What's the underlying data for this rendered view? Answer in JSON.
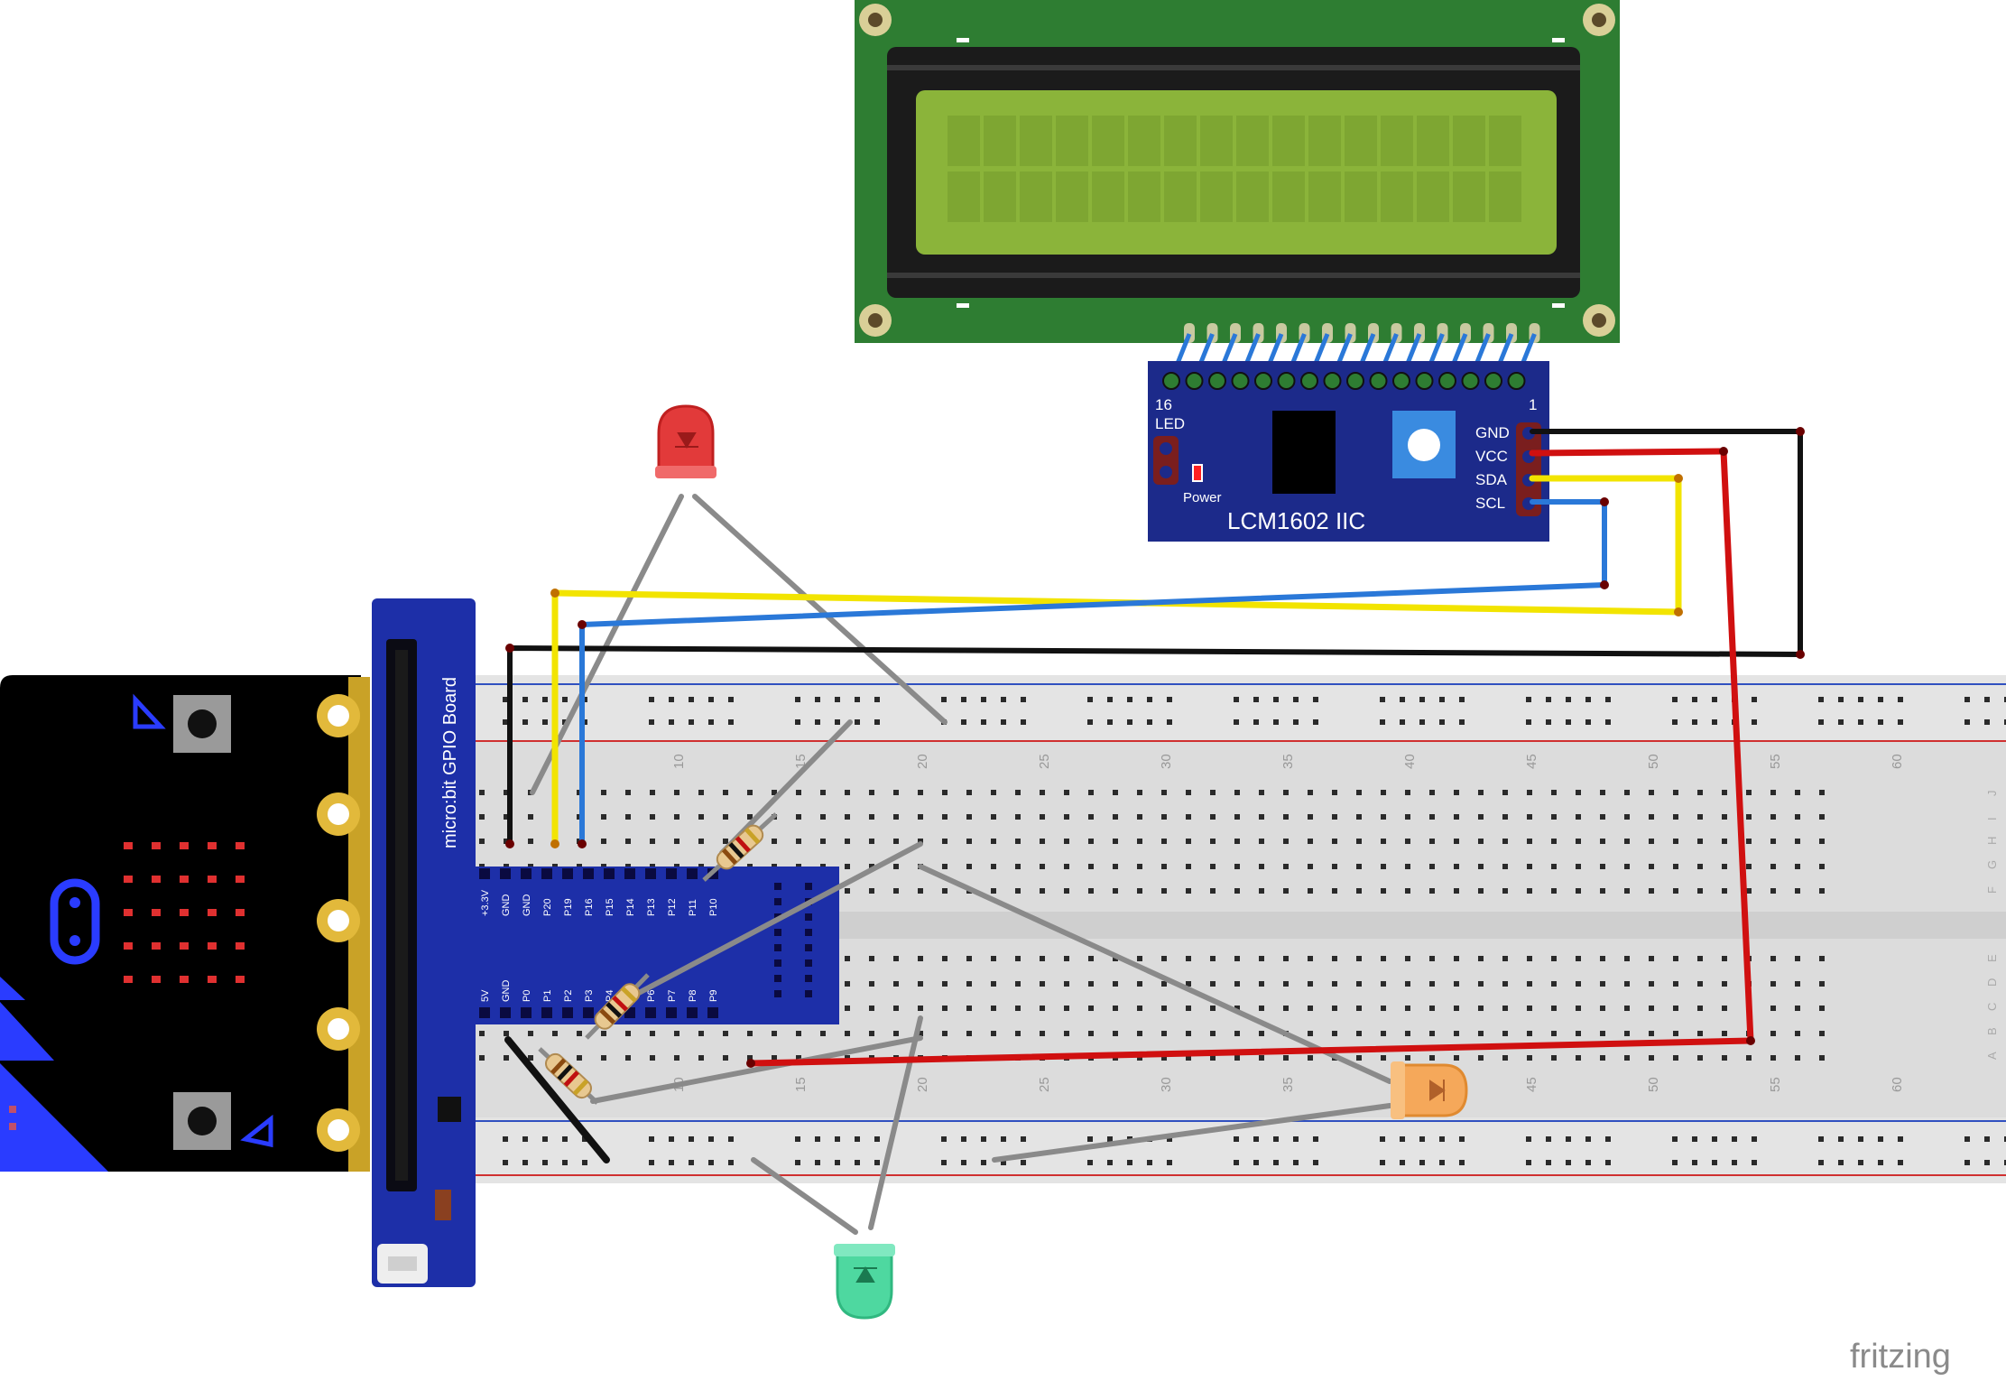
{
  "lcd_module": {
    "name": "LCM1602 IIC",
    "pin_first": "16",
    "pin_last": "1",
    "led_label": "LED",
    "power_label": "Power",
    "pins": [
      "GND",
      "VCC",
      "SDA",
      "SCL"
    ]
  },
  "gpio_board": {
    "title": "micro:bit GPIO Board",
    "top_pins": [
      "+3.3V",
      "GND",
      "GND",
      "P20",
      "P19",
      "P16",
      "P15",
      "P14",
      "P13",
      "P12",
      "P11",
      "P10"
    ],
    "bottom_pins": [
      "5V",
      "GND",
      "P0",
      "P1",
      "P2",
      "P3",
      "P4",
      "P5",
      "P6",
      "P7",
      "P8",
      "P9"
    ]
  },
  "breadboard": {
    "column_numbers": [
      "10",
      "15",
      "20",
      "25",
      "30",
      "35",
      "40",
      "45",
      "50",
      "55",
      "60"
    ],
    "row_letters_top": [
      "J",
      "I",
      "H",
      "G",
      "F"
    ],
    "row_letters_bottom": [
      "E",
      "D",
      "C",
      "B",
      "A"
    ]
  },
  "watermark": "fritzing",
  "colors": {
    "lcd_pcb": "#2e7d32",
    "lcd_screen": "#8bb43a",
    "i2c_board": "#1c2a8a",
    "gpio_board": "#1d2fa8",
    "microbit": "#000000",
    "wire_red": "#d01010",
    "wire_black": "#111111",
    "wire_yellow": "#f2e400",
    "wire_blue": "#2a78d8",
    "wire_gray": "#8a8a8a",
    "led_red": "#e23a3a",
    "led_orange": "#f5a85a",
    "led_green": "#4ed8a0"
  }
}
